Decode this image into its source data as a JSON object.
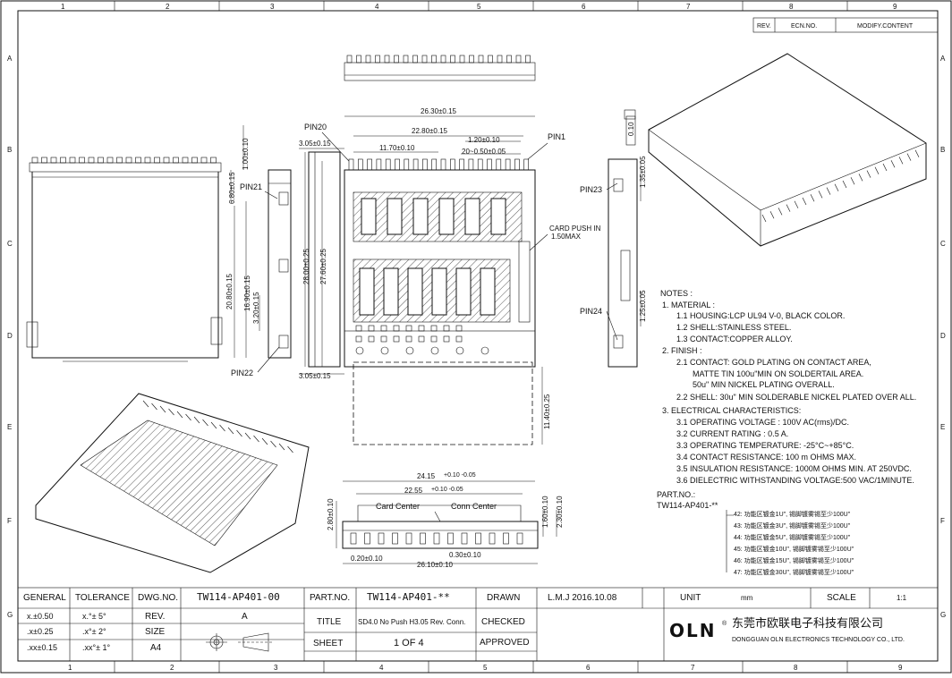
{
  "frame": {
    "col_markers": [
      "1",
      "2",
      "3",
      "4",
      "5",
      "6",
      "7",
      "8",
      "9"
    ],
    "row_markers": [
      "A",
      "B",
      "C",
      "D",
      "E",
      "F",
      "G"
    ]
  },
  "revision": {
    "rev_label": "REV.",
    "ecn_label": "ECN.NO.",
    "modify_label": "MODIFY.CONTENT"
  },
  "pins": {
    "pin1": "PIN1",
    "pin20": "PIN20",
    "pin21": "PIN21",
    "pin22": "PIN22",
    "pin23": "PIN23",
    "pin24": "PIN24"
  },
  "dims": {
    "d1": "26.30±0.15",
    "d2": "22.80±0.15",
    "d3": "11.70±0.10",
    "d4": "1.20±0.10",
    "d5": "20~0.50±0.05",
    "d6": "3.05±0.15",
    "d7": "1.00±0.10",
    "d8": "6.80±0.15",
    "d9": "16.90±0.15",
    "d10": "20.80±0.15",
    "d11": "3.20±0.15",
    "d12": "28.00±0.25",
    "d13": "27.60±0.25",
    "d14": "3.05±0.15",
    "d15": "11.40±0.25",
    "card_push_1": "CARD PUSH IN",
    "card_push_2": "1.50MAX",
    "flat": "0.10",
    "d16": "1.35±0.05",
    "d17": "1.25±0.05",
    "d18": "24.15",
    "d18_tol": "+0.10 -0.05",
    "d19": "22.55",
    "d19_tol": "+0.10 -0.05",
    "card_center": "Card Center",
    "conn_center": "Conn Center",
    "d20": "2.80±0.10",
    "d21": "1.60±0.10",
    "d22": "2.30±0.10",
    "d23": "0.20±0.10",
    "d24": "0.30±0.10",
    "d25": "26.10±0.10"
  },
  "notes": {
    "title": "NOTES :",
    "lines": [
      "1. MATERIAL :",
      "1.1 HOUSING:LCP UL94 V-0, BLACK COLOR.",
      "1.2 SHELL:STAINLESS STEEL.",
      "1.3 CONTACT:COPPER ALLOY.",
      "2. FINISH :",
      "2.1 CONTACT: GOLD PLATING ON CONTACT AREA,",
      "MATTE TIN 100u\"MIN ON SOLDERTAIL AREA.",
      "50u\" MIN NICKEL PLATING OVERALL.",
      "2.2 SHELL: 30u\" MIN SOLDERABLE NICKEL PLATED OVER ALL.",
      "3. ELECTRICAL CHARACTERISTICS:",
      "3.1 OPERATING VOLTAGE : 100V AC(rms)/DC.",
      "3.2 CURRENT RATING : 0.5 A.",
      "3.3 OPERATING TEMPERATURE: -25°C~+85°C.",
      "3.4 CONTACT RESISTANCE: 100 m OHMS MAX.",
      "3.5 INSULATION RESISTANCE: 1000M OHMS MIN. AT 250VDC.",
      "3.6 DIELECTRIC WITHSTANDING VOLTAGE:500 VAC/1MINUTE."
    ]
  },
  "part_no": {
    "label": "PART.NO.:",
    "base": "TW114-AP401-**",
    "options": [
      "42: 功能区镀金1U\", 锡脚镀雾锡至少100U\"",
      "43: 功能区镀金3U\", 锡脚镀雾锡至少100U\"",
      "44: 功能区镀金5U\", 锡脚镀雾锡至少100U\"",
      "45: 功能区镀金10U\", 锡脚镀雾锡至少100U\"",
      "46: 功能区镀金15U\", 锡脚镀雾锡至少100U\"",
      "47: 功能区镀金30U\", 锡脚镀雾锡至少100U\""
    ]
  },
  "title_block": {
    "general": "GENERAL",
    "tolerance": "TOLERANCE",
    "dwgno_label": "DWG.NO.",
    "dwgno": "TW114-AP401-00",
    "tol1_a": "x.±0.50",
    "tol1_b": "x.°± 5°",
    "tol2_a": ".x±0.25",
    "tol2_b": ".x°± 2°",
    "tol3_a": ".xx±0.15",
    "tol3_b": ".xx°± 1°",
    "rev_label": "REV.",
    "rev": "A",
    "size_label": "SIZE",
    "size": "A4",
    "partno_label": "PART.NO.",
    "partno": "TW114-AP401-**",
    "title_label": "TITLE",
    "title": "SD4.0 No Push H3.05 Rev. Conn.",
    "sheet_label": "SHEET",
    "sheet": "1  OF  4",
    "drawn_label": "DRAWN",
    "drawn": "L.M.J  2016.10.08",
    "checked_label": "CHECKED",
    "approved_label": "APPROVED",
    "unit_label": "UNIT",
    "unit": "mm",
    "scale_label": "SCALE",
    "scale": "1:1",
    "logo": "OLN",
    "company_cn": "东莞市欧联电子科技有限公司",
    "company_en": "DONGGUAN OLN ELECTRONICS TECHNOLOGY CO., LTD."
  }
}
